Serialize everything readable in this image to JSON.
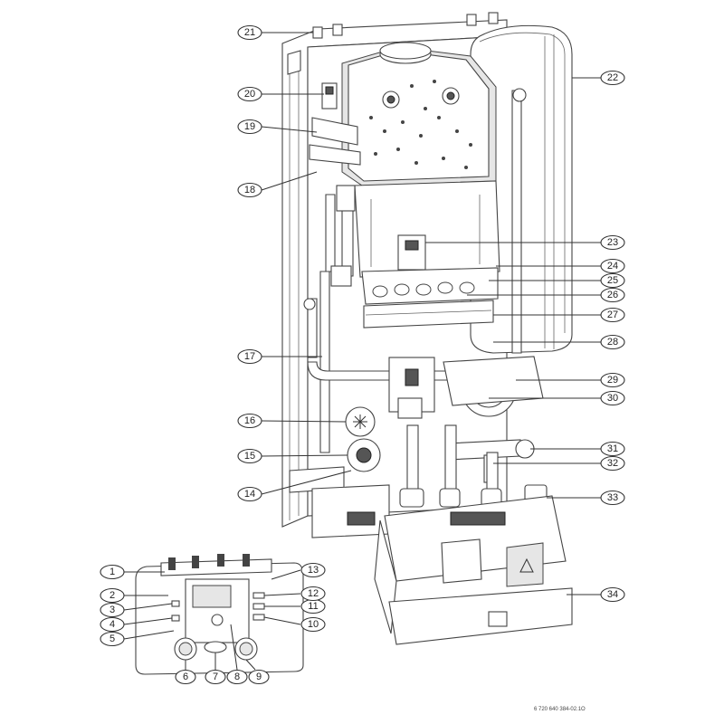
{
  "drawing_code": "6 720 640 384-02.1O",
  "callouts": [
    {
      "id": "c1",
      "text": "1"
    },
    {
      "id": "c2",
      "text": "2"
    },
    {
      "id": "c3",
      "text": "3"
    },
    {
      "id": "c4",
      "text": "4"
    },
    {
      "id": "c5",
      "text": "5"
    },
    {
      "id": "c6",
      "text": "6"
    },
    {
      "id": "c7",
      "text": "7"
    },
    {
      "id": "c8",
      "text": "8"
    },
    {
      "id": "c9",
      "text": "9"
    },
    {
      "id": "c10",
      "text": "10"
    },
    {
      "id": "c11",
      "text": "11"
    },
    {
      "id": "c12",
      "text": "12"
    },
    {
      "id": "c13",
      "text": "13"
    },
    {
      "id": "c14",
      "text": "14"
    },
    {
      "id": "c15",
      "text": "15"
    },
    {
      "id": "c16",
      "text": "16"
    },
    {
      "id": "c17",
      "text": "17"
    },
    {
      "id": "c18",
      "text": "18"
    },
    {
      "id": "c19",
      "text": "19"
    },
    {
      "id": "c20",
      "text": "20"
    },
    {
      "id": "c21",
      "text": "21"
    },
    {
      "id": "c22",
      "text": "22"
    },
    {
      "id": "c23",
      "text": "23"
    },
    {
      "id": "c24",
      "text": "24"
    },
    {
      "id": "c25",
      "text": "25"
    },
    {
      "id": "c26",
      "text": "26"
    },
    {
      "id": "c27",
      "text": "27"
    },
    {
      "id": "c28",
      "text": "28"
    },
    {
      "id": "c29",
      "text": "29"
    },
    {
      "id": "c30",
      "text": "30"
    },
    {
      "id": "c31",
      "text": "31"
    },
    {
      "id": "c32",
      "text": "32"
    },
    {
      "id": "c33",
      "text": "33"
    },
    {
      "id": "c34",
      "text": "34"
    }
  ]
}
